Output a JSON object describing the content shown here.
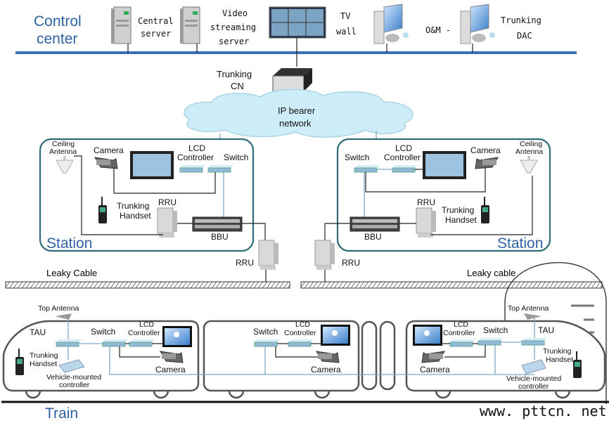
{
  "control_center": {
    "title_line1": "Control",
    "title_line2": "center",
    "central_server": [
      "Central",
      "server"
    ],
    "video_server": [
      "Video",
      "streaming",
      "server"
    ],
    "tv_wall": [
      "TV",
      "wall"
    ],
    "om": "O&M -",
    "trunking_dac": [
      "Trunking",
      "DAC"
    ]
  },
  "core": {
    "trunking_cn": [
      "Trunking",
      "CN"
    ],
    "ip_network": [
      "IP bearer",
      "network"
    ]
  },
  "station_left": {
    "ceiling_antenna": [
      "Ceiling",
      "Antenna"
    ],
    "camera": "Camera",
    "lcd_controller": [
      "LCD",
      "Controller"
    ],
    "switch": "Switch",
    "trunking_handset": [
      "Trunking",
      "Handset"
    ],
    "rru": "RRU",
    "bbu": "BBU",
    "title": "Station"
  },
  "station_right": {
    "ceiling_antenna": [
      "Ceiling",
      "Antenna"
    ],
    "camera": "Camera",
    "lcd_controller": [
      "LCD",
      "Controller"
    ],
    "switch": "Switch",
    "trunking_handset": [
      "Trunking",
      "Handset"
    ],
    "rru": "RRU",
    "bbu": "BBU",
    "title": "Station"
  },
  "trackside": {
    "rru_left": "RRU",
    "rru_right": "RRU",
    "leaky_cable_left": "Leaky Cable",
    "leaky_cable_right": "Leaky cable"
  },
  "train": {
    "title": "Train",
    "car1": {
      "top_antenna": "Top Antenna",
      "tau": "TAU",
      "switch": "Switch",
      "lcd_controller": [
        "LCD",
        "Controller"
      ],
      "camera": "Camera",
      "trunking_handset": [
        "Trunking",
        "Handset"
      ],
      "vehicle_controller": [
        "Vehicle-mounted",
        "controller"
      ]
    },
    "car2": {
      "switch": "Switch",
      "lcd_controller": [
        "LCD",
        "Controller"
      ],
      "camera": "Camera"
    },
    "car3": {
      "top_antenna": "Top Antenna",
      "tau": "TAU",
      "switch": "Switch",
      "lcd_controller": [
        "LCD",
        "Controller"
      ],
      "camera": "Camera",
      "trunking_handset": [
        "Trunking",
        "Handset"
      ],
      "vehicle_controller": [
        "Vehicle-mounted",
        "controller"
      ]
    }
  },
  "watermark": "www. pttcn. net",
  "colors": {
    "accent": "#2f62a3",
    "bus": "#3a70b5",
    "station_border": "#2e6c79",
    "cloud": "#cdeef8"
  }
}
